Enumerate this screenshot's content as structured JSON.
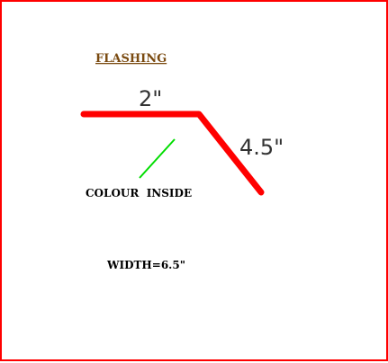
{
  "title": "FLASHING",
  "dimensions": {
    "top_length": "2\"",
    "slope_length": "4.5\""
  },
  "notes": {
    "colour_side": "COLOUR  INSIDE",
    "width": "WIDTH=6.5\""
  },
  "colors": {
    "border": "#ff0000",
    "flashing": "#ff0000",
    "colour_indicator": "#00dd00",
    "title": "#7a4a10",
    "text": "#000000",
    "dimension_text": "#333333"
  }
}
